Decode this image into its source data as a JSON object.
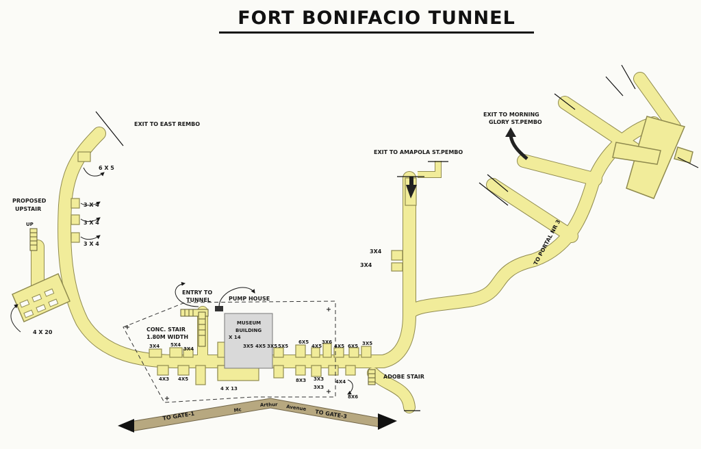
{
  "title": "FORT BONIFACIO TUNNEL",
  "colors": {
    "tunnel": "#f1ec9a",
    "tunnel_outline": "#8f8a4e",
    "road": "#b7a880",
    "museum": "#d9d9d9",
    "ink": "#1a1a1a"
  },
  "labels": {
    "exit_east_rembo": "EXIT TO EAST REMBO",
    "exit_amapola": "EXIT TO AMAPOLA ST.PEMBO",
    "exit_morning_glory_1": "EXIT TO MORNING",
    "exit_morning_glory_2": "GLORY ST.PEMBO",
    "proposed_upstair_1": "PROPOSED",
    "proposed_upstair_2": "UPSTAIR",
    "up": "UP",
    "entry_tunnel_1": "ENTRY TO",
    "entry_tunnel_2": "TUNNEL",
    "pump_house": "PUMP HOUSE",
    "museum_1": "MUSEUM",
    "museum_2": "BUILDING",
    "conc_stair_1": "CONC. STAIR",
    "conc_stair_2": "1.80M WIDTH",
    "adobe_stair": "ADOBE STAIR",
    "to_portal": "TO PORTAL NR 3",
    "road_gate1": "TO GATE-1",
    "road_mc": "Mc",
    "road_arthur": "Arthur",
    "road_avenue": "Avenue",
    "road_gate3": "TO GATE-3"
  },
  "rooms": {
    "r6x5": "6 X 5",
    "r3x4_a": "3 X 4",
    "r3x4_b": "3 X 4",
    "r3x4_c": "3 X 4",
    "r4x20": "4 X 20",
    "r3x4_right_a": "3X4",
    "r3x4_right_b": "3X4",
    "b1": "3X4",
    "b2": "5X4",
    "b3": "3X4",
    "b4": "3X5",
    "b5": "4X5",
    "b6": "3X5",
    "b7": "5X5",
    "b8": "6X5",
    "b9": "4X5",
    "b10": "3X6",
    "b11": "4X5",
    "b12": "6X5",
    "b13": "3X5",
    "s1": "4X3",
    "s2": "4X5",
    "s3": "4 X 13",
    "s4": "8X3",
    "s5": "3X3",
    "s6": "3X3",
    "s7": "4X4",
    "s8": "8X6",
    "m14": "X 14"
  }
}
